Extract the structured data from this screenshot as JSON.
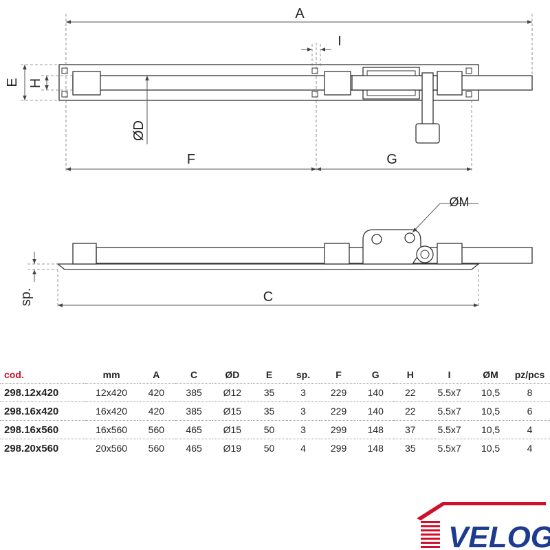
{
  "drawing": {
    "dim_labels": {
      "A": "A",
      "I": "I",
      "E": "E",
      "H": "H",
      "D": "ØD",
      "F": "F",
      "G": "G",
      "M": "ØM",
      "sp": "sp.",
      "C": "C"
    }
  },
  "table": {
    "headers": [
      "cod.",
      "mm",
      "A",
      "C",
      "ØD",
      "E",
      "sp.",
      "F",
      "G",
      "H",
      "I",
      "ØM",
      "pz/pcs"
    ],
    "rows": [
      [
        "298.12x420",
        "12x420",
        "420",
        "385",
        "Ø12",
        "35",
        "3",
        "229",
        "140",
        "22",
        "5.5x7",
        "10,5",
        "8"
      ],
      [
        "298.16x420",
        "16x420",
        "420",
        "385",
        "Ø15",
        "35",
        "3",
        "229",
        "140",
        "22",
        "5.5x7",
        "10,5",
        "6"
      ],
      [
        "298.16x560",
        "16x560",
        "560",
        "465",
        "Ø15",
        "50",
        "3",
        "299",
        "148",
        "37",
        "5.5x7",
        "10,5",
        "4"
      ],
      [
        "298.20x560",
        "20x560",
        "560",
        "465",
        "Ø19",
        "50",
        "4",
        "299",
        "148",
        "35",
        "5.5x7",
        "10,5",
        "4"
      ]
    ]
  },
  "logo": {
    "brand": "VELOG",
    "colors": {
      "roof": "#d0102a",
      "text": "#1d3b8f"
    }
  }
}
